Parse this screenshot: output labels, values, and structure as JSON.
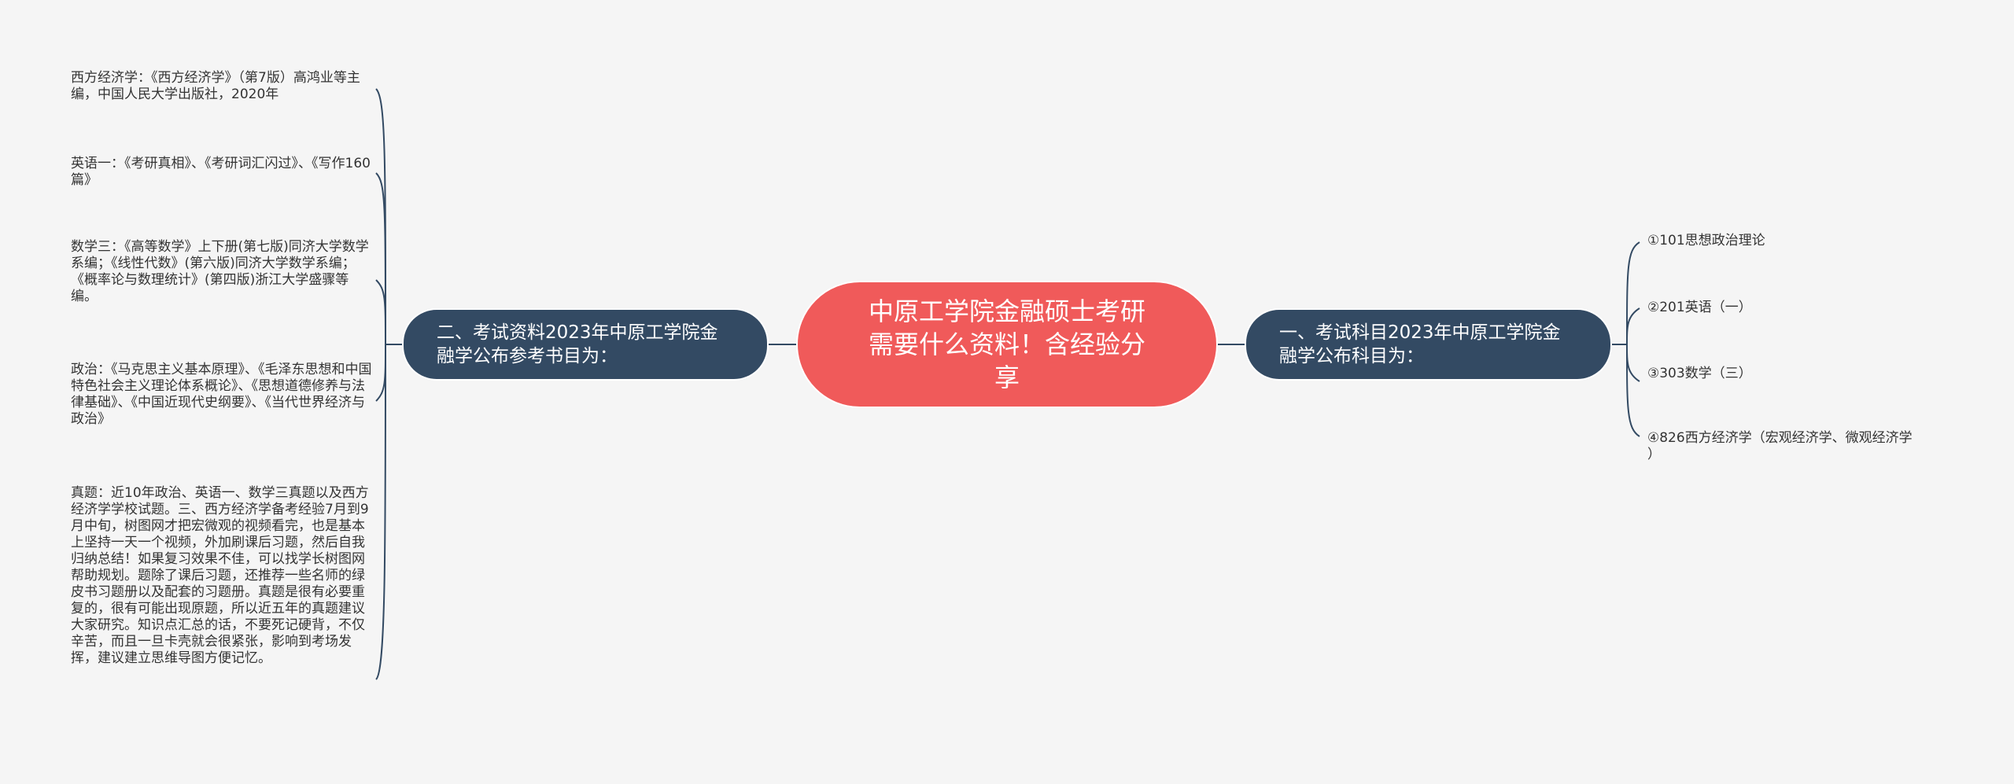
{
  "colors": {
    "background": "#f5f5f5",
    "central": "#f05a5a",
    "branch": "#334a63",
    "connector": "#334a63",
    "leaf_text": "#333333"
  },
  "central": {
    "label": "中原工学院金融硕士考研需要什么资料！含经验分享"
  },
  "left_branch": {
    "label": "二、考试资料2023年中原工学院金融学公布参考书目为：",
    "leaves": [
      "西方经济学：《西方经济学》（第7版）高鸿业等主编，中国人民大学出版社，2020年",
      "英语一：《考研真相》、《考研词汇闪过》、《写作160篇》",
      "数学三：《高等数学》上下册(第七版)同济大学数学系编；《线性代数》(第六版)同济大学数学系编；《概率论与数理统计》(第四版)浙江大学盛骤等编。",
      "政治：《马克思主义基本原理》、《毛泽东思想和中国特色社会主义理论体系概论》、《思想道德修养与法律基础》、《中国近现代史纲要》、《当代世界经济与政治》",
      "真题：近10年政治、英语一、数学三真题以及西方经济学学校试题。三、西方经济学备考经验7月到9月中旬，树图网才把宏微观的视频看完，也是基本上坚持一天一个视频，外加刷课后习题，然后自我归纳总结！如果复习效果不佳，可以找学长树图网帮助规划。题除了课后习题，还推荐一些名师的绿皮书习题册以及配套的习题册。真题是很有必要重复的，很有可能出现原题，所以近五年的真题建议大家研究。知识点汇总的话，不要死记硬背，不仅辛苦，而且一旦卡壳就会很紧张，影响到考场发挥，建议建立思维导图方便记忆。"
    ]
  },
  "right_branch": {
    "label": "一、考试科目2023年中原工学院金融学公布科目为：",
    "leaves": [
      "①101思想政治理论",
      "②201英语（一）",
      "③303数学（三）",
      "④826西方经济学（宏观经济学、微观经济学\n）"
    ]
  }
}
